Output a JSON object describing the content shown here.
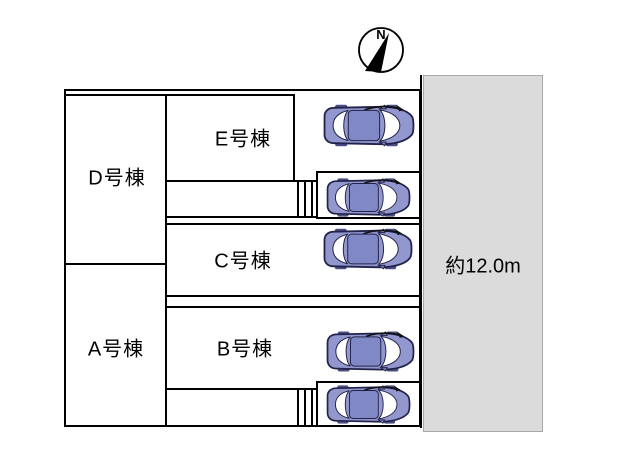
{
  "site_plan": {
    "compass": {
      "north_label": "N"
    },
    "road": {
      "width_label": "約12.0m"
    },
    "plots": {
      "a": {
        "label": "A号棟"
      },
      "b": {
        "label": "B号棟"
      },
      "c": {
        "label": "C号棟"
      },
      "d": {
        "label": "D号棟"
      },
      "e": {
        "label": "E号棟"
      }
    },
    "cars": {
      "count": 5,
      "icon": "car-top-view-icon"
    },
    "stairs": {
      "count": 2,
      "icon": "stairs-hatch-icon"
    },
    "colors": {
      "line": "#000000",
      "road_fill": "#dbdbdb",
      "car_body": "#9298ce",
      "car_roof": "#8089c5",
      "car_outline": "#23234a",
      "car_window": "#ffffff"
    }
  }
}
